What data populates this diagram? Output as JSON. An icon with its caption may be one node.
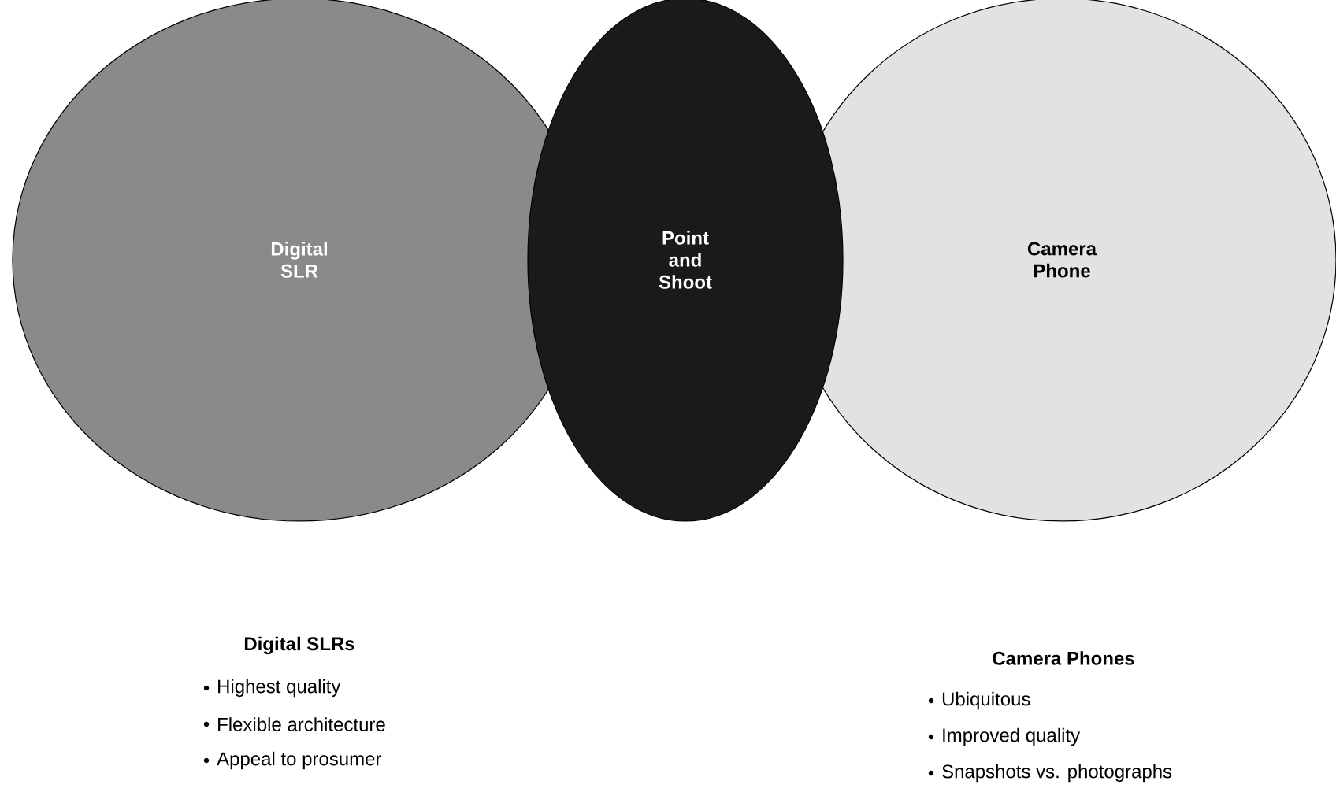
{
  "diagram": {
    "nodes": [
      {
        "text": [
          "Digital SLR"
        ],
        "beside": [
          "Digital SLRs",
          "Highest quality",
          "Flexible architecture",
          "Appeal to prosumer"
        ]
      },
      {
        "text": [
          "Camera Phone"
        ],
        "beside": [
          "Camera Phones",
          "Ubiquitous",
          "Improved quality",
          "Snapshots vs. photographs"
        ]
      },
      {
        "text": [
          "Point and Shoot"
        ]
      }
    ]
  }
}
